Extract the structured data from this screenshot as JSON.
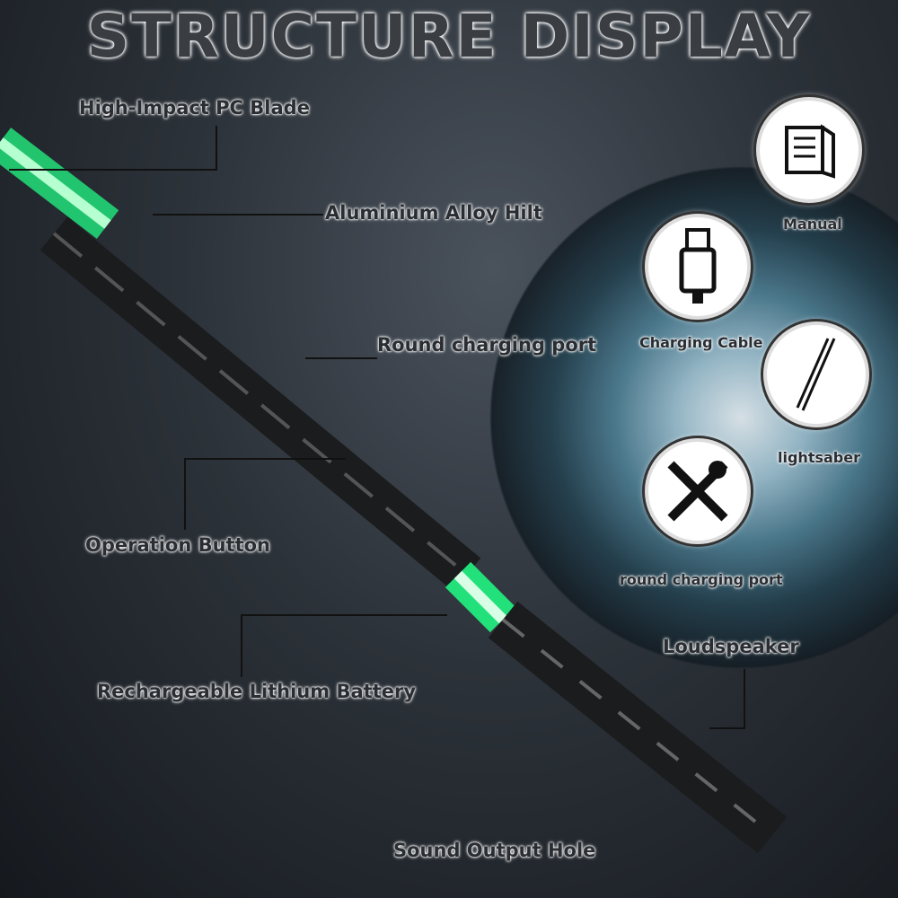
{
  "title": "STRUCTURE DISPLAY",
  "callouts": {
    "blade": "High-Impact PC Blade",
    "hilt": "Aluminium Alloy Hilt",
    "charging_port": "Round charging port",
    "button": "Operation Button",
    "battery": "Rechargeable Lithium Battery",
    "speaker": "Loudspeaker",
    "sound_hole": "Sound Output Hole"
  },
  "package_items": [
    {
      "label": "Manual",
      "icon": "manual-icon"
    },
    {
      "label": "Charging Cable",
      "icon": "usb-cable-icon"
    },
    {
      "label": "lightsaber",
      "icon": "lightsaber-icon"
    },
    {
      "label": "round charging port",
      "icon": "tools-icon"
    }
  ],
  "colors": {
    "blade": "#22e07a",
    "hilt": "#1a1a1a"
  }
}
